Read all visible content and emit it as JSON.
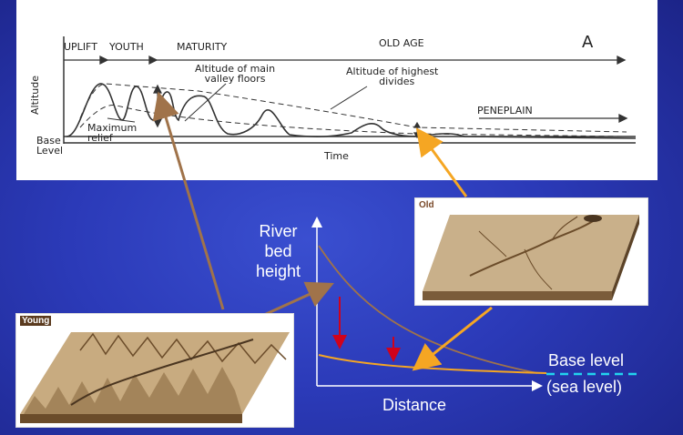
{
  "top_diagram": {
    "stages": {
      "uplift": "UPLIFT",
      "youth": "YOUTH",
      "maturity": "MATURITY",
      "old_age": "OLD AGE",
      "peneplain": "PENEPLAIN"
    },
    "panel_letter": "A",
    "y_label": "Altitude",
    "x_label": "Time",
    "base_level_line1": "Base",
    "base_level_line2": "Level",
    "main_valley_line1": "Altitude of main",
    "main_valley_line2": "valley floors",
    "highest_divides_line1": "Altitude of highest",
    "highest_divides_line2": "divides",
    "max_relief_line1": "Maximum",
    "max_relief_line2": "relief"
  },
  "blocks": {
    "young_label": "Young",
    "old_label": "Old"
  },
  "profile": {
    "ylabel_line1": "River",
    "ylabel_line2": "bed",
    "ylabel_line3": "height",
    "xlabel": "Distance",
    "base_level": "Base level",
    "sea_level": "(sea level)"
  },
  "colors": {
    "background": "#2b3ab8",
    "arrow_brown": "#a0734a",
    "arrow_orange": "#f5a623",
    "red_arrow": "#d0021b",
    "base_dash": "#22d3ee"
  }
}
